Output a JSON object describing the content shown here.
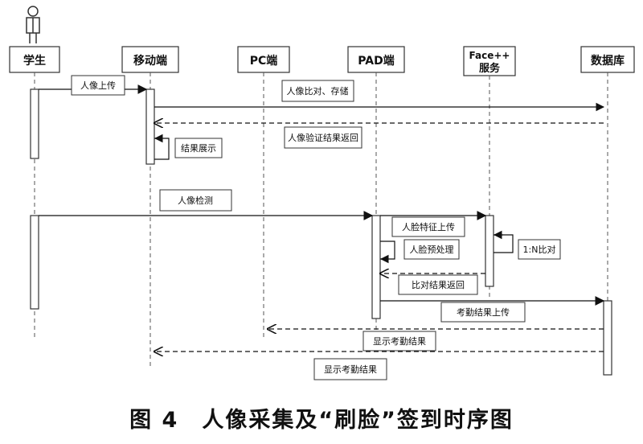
{
  "participants": [
    {
      "id": "student",
      "label": "学生",
      "actor": true
    },
    {
      "id": "mobile",
      "label": "移动端"
    },
    {
      "id": "pc",
      "label": "PC端"
    },
    {
      "id": "pad",
      "label": "PAD端"
    },
    {
      "id": "facepp",
      "label_line1": "Face++",
      "label_line2": "服务"
    },
    {
      "id": "db",
      "label": "数据库"
    }
  ],
  "messages": [
    {
      "id": "portrait-upload",
      "from": "student",
      "to": "mobile",
      "style": "solid",
      "label": "人像上传"
    },
    {
      "id": "compare-store",
      "from": "mobile",
      "to": "db",
      "style": "solid",
      "label": "人像比对、存储"
    },
    {
      "id": "verify-return",
      "from": "db",
      "to": "mobile",
      "style": "dashed",
      "label": "人像验证结果返回"
    },
    {
      "id": "result-display",
      "from": "mobile",
      "to": "mobile",
      "style": "self",
      "label": "结果展示"
    },
    {
      "id": "portrait-detect",
      "from": "student",
      "to": "pad",
      "style": "solid",
      "label": "人像检测"
    },
    {
      "id": "feature-upload",
      "from": "pad",
      "to": "facepp",
      "style": "solid",
      "label": "人脸特征上传"
    },
    {
      "id": "face-preprocess",
      "from": "pad",
      "to": "pad",
      "style": "self",
      "label": "人脸预处理"
    },
    {
      "id": "one-to-n",
      "from": "facepp",
      "to": "facepp",
      "style": "self",
      "label": "1:N比对"
    },
    {
      "id": "compare-return",
      "from": "facepp",
      "to": "pad",
      "style": "dashed",
      "label": "比对结果返回"
    },
    {
      "id": "attendance-upload",
      "from": "pad",
      "to": "db",
      "style": "solid",
      "label": "考勤结果上传"
    },
    {
      "id": "show-pc",
      "from": "db",
      "to": "pc",
      "style": "dashed",
      "label": "显示考勤结果"
    },
    {
      "id": "show-mobile",
      "from": "db",
      "to": "mobile",
      "style": "dashed",
      "label": "显示考勤结果"
    }
  ],
  "caption": "图 4　人像采集及“刷脸”签到时序图"
}
